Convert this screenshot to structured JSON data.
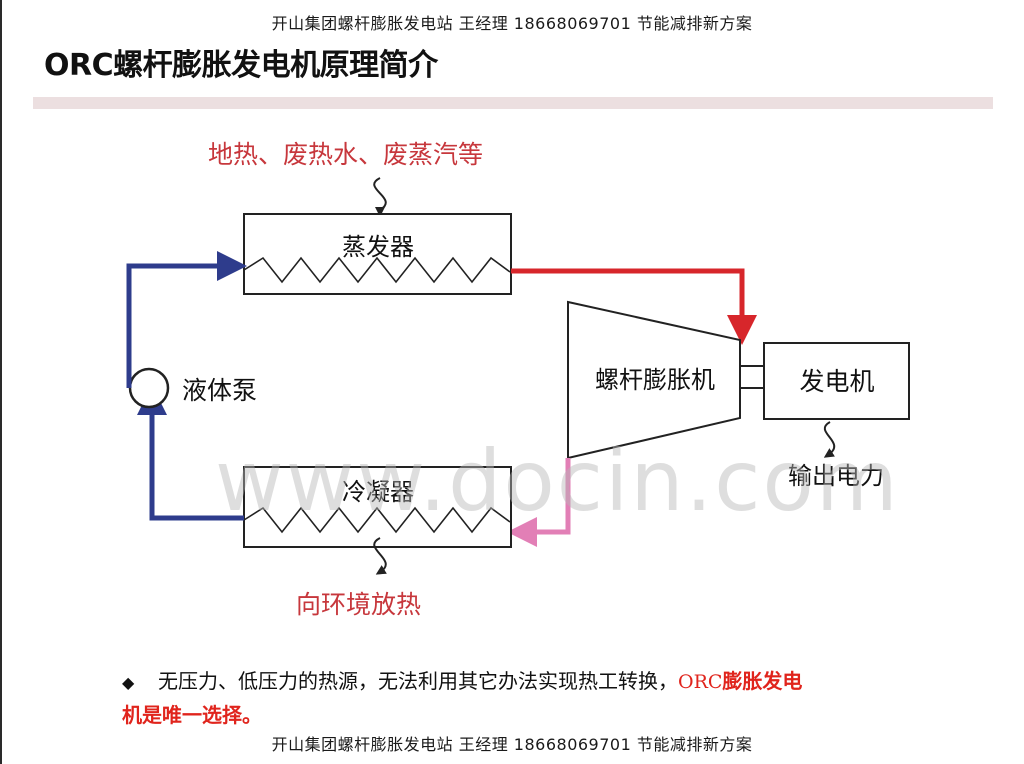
{
  "header_text": "开山集团螺杆膨胀发电站 王经理 18668069701 节能减排新方案",
  "footer_text": "开山集团螺杆膨胀发电站 王经理 18668069701 节能减排新方案",
  "title": "ORC螺杆膨胀发电机原理简介",
  "diagram": {
    "heat_source_label": "地热、废热水、废蒸汽等",
    "evaporator_label": "蒸发器",
    "pump_label": "液体泵",
    "expander_label": "螺杆膨胀机",
    "generator_label": "发电机",
    "output_label": "输出电力",
    "condenser_label": "冷凝器",
    "heat_release_label": "向环境放热",
    "colors": {
      "hot_flow": "#d7262b",
      "cold_flow": "#2e3c8c",
      "exhaust_flow": "#e27fb6",
      "label_red": "#c7373c"
    }
  },
  "bullet": {
    "mark": "◆",
    "text_main": "无压力、低压力的热源，无法利用其它办法实现热工转换，",
    "text_orc": "ORC",
    "text_bold_part1": "膨胀发电",
    "text_bold_part2": "机是唯一选择。"
  },
  "watermark": "www.docin.com"
}
